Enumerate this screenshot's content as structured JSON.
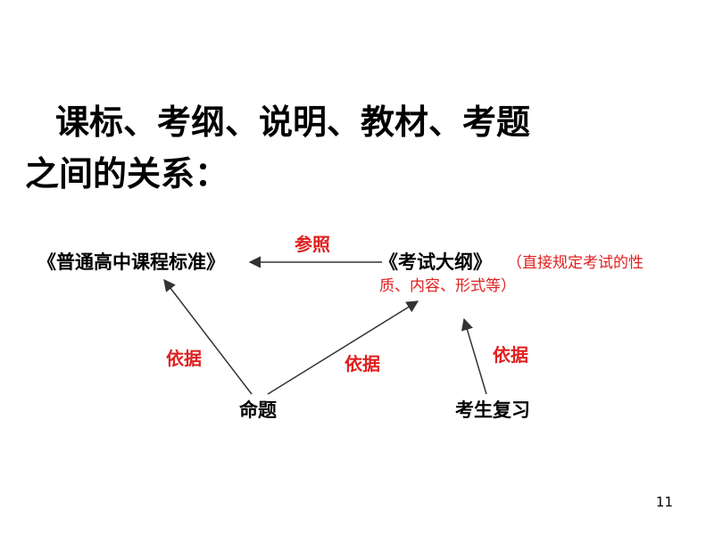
{
  "title": {
    "line1": "课标、考纲、说明、教材、考题",
    "line2": "之间的关系："
  },
  "diagram": {
    "node_standard": "《普通高中课程标准》",
    "node_outline": "《考试大纲》",
    "node_outline_note_line1": "（直接规定考试的性",
    "node_outline_note_line2": "质、内容、形式等）",
    "node_proposition": "命题",
    "node_review": "考生复习",
    "label_reference": "参照",
    "label_basis_left": "依据",
    "label_basis_middle": "依据",
    "label_basis_right": "依据"
  },
  "colors": {
    "label_red": "#e02020",
    "arrow": "#333333"
  },
  "page_number": "11"
}
